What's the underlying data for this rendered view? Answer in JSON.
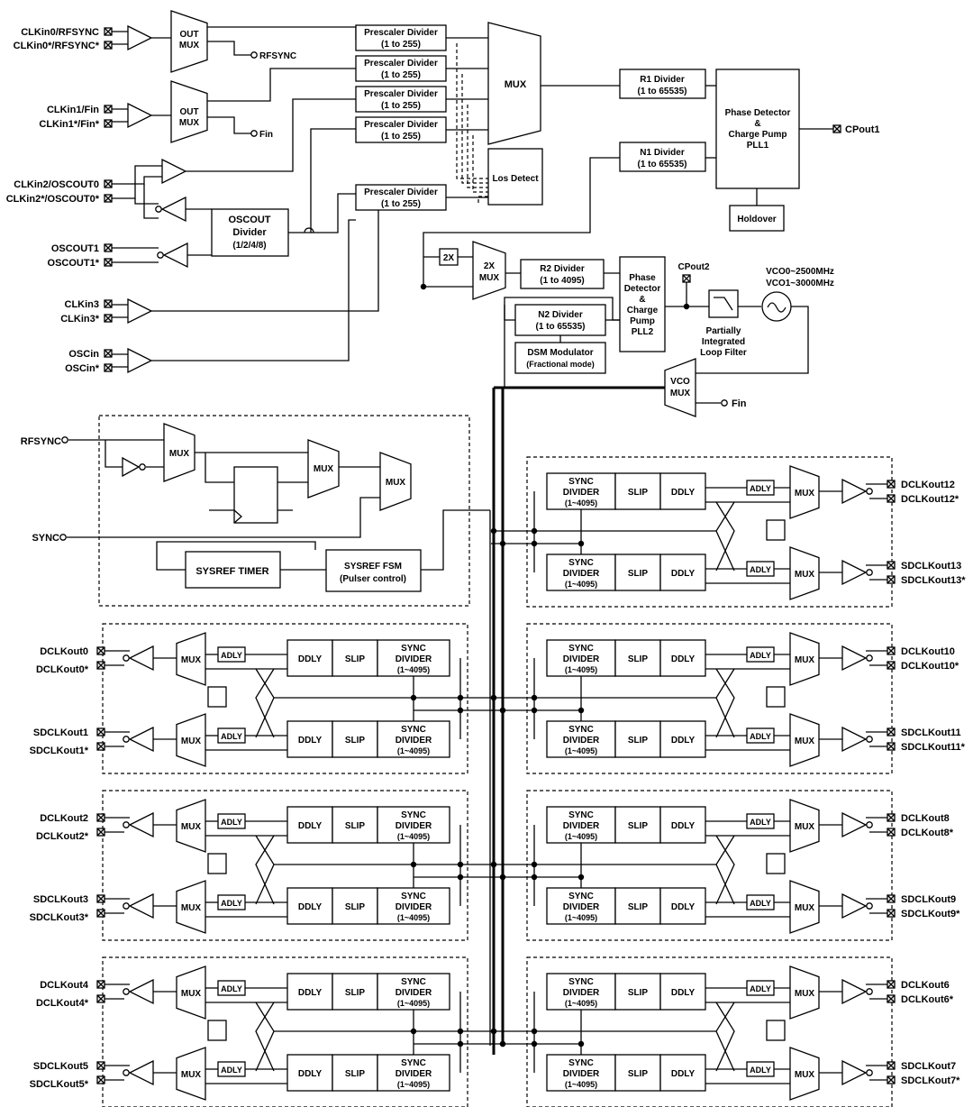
{
  "inputs": {
    "clkin0": "CLKin0/RFSYNC",
    "clkin0_n": "CLKin0*/RFSYNC*",
    "clkin1": "CLKin1/Fin",
    "clkin1_n": "CLKin1*/Fin*",
    "clkin2": "CLKin2/OSCOUT0",
    "clkin2_n": "CLKin2*/OSCOUT0*",
    "oscout1": "OSCOUT1",
    "oscout1_n": "OSCOUT1*",
    "clkin3": "CLKin3",
    "clkin3_n": "CLKin3*",
    "oscin": "OSCin",
    "oscin_n": "OSCin*"
  },
  "blocks": {
    "out": "OUT",
    "mux": "MUX",
    "rfsync_tap": "RFSYNC",
    "fin_tap": "Fin",
    "prescaler_title": "Prescaler Divider",
    "prescaler_range": "(1 to 255)",
    "los_detect": "Los Detect",
    "oscout_div_1": "OSCOUT",
    "oscout_div_2": "Divider",
    "oscout_div_3": "(1/2/4/8)",
    "r1_title": "R1 Divider",
    "r1_range": "(1 to 65535)",
    "n1_title": "N1 Divider",
    "n1_range": "(1 to 65535)",
    "pd1_1": "Phase Detector",
    "pd1_2": "&",
    "pd1_3": "Charge Pump",
    "pd1_4": "PLL1",
    "cpout1": "CPout1",
    "holdover": "Holdover",
    "twox": "2X",
    "twox_mux_1": "2X",
    "r2_title": "R2 Divider",
    "r2_range": "(1 to 4095)",
    "n2_title": "N2 Divider",
    "n2_range": "(1 to 65535)",
    "dsm_1": "DSM Modulator",
    "dsm_2": "(Fractional mode)",
    "pd2_1": "Phase",
    "pd2_2": "Detector",
    "pd2_3": "&",
    "pd2_4": "Charge",
    "pd2_5": "Pump",
    "pd2_6": "PLL2",
    "cpout2": "CPout2",
    "vco0": "VCO0~2500MHz",
    "vco1": "VCO1~3000MHz",
    "filter_1": "Partially",
    "filter_2": "Integrated",
    "filter_3": "Loop Filter",
    "vco_mux": "VCO",
    "fin_out": "Fin",
    "rfsync": "RFSYNC",
    "sync": "SYNC",
    "sysref_timer": "SYSREF TIMER",
    "sysref_fsm_1": "SYSREF FSM",
    "sysref_fsm_2": "(Pulser control)"
  },
  "channel": {
    "sync": "SYNC",
    "divider": "DIVIDER",
    "range": "(1~4095)",
    "slip": "SLIP",
    "ddly": "DDLY",
    "adly": "ADLY",
    "mux": "MUX"
  },
  "outputs_left": [
    {
      "dclk": "DCLKout0",
      "dclk_n": "DCLKout0*",
      "sdclk": "SDCLKout1",
      "sdclk_n": "SDCLKout1*"
    },
    {
      "dclk": "DCLKout2",
      "dclk_n": "DCLKout2*",
      "sdclk": "SDCLKout3",
      "sdclk_n": "SDCLKout3*"
    },
    {
      "dclk": "DCLKout4",
      "dclk_n": "DCLKout4*",
      "sdclk": "SDCLKout5",
      "sdclk_n": "SDCLKout5*"
    }
  ],
  "outputs_right": [
    {
      "dclk": "DCLKout12",
      "dclk_n": "DCLKout12*",
      "sdclk": "SDCLKout13",
      "sdclk_n": "SDCLKout13*"
    },
    {
      "dclk": "DCLKout10",
      "dclk_n": "DCLKout10*",
      "sdclk": "SDCLKout11",
      "sdclk_n": "SDCLKout11*"
    },
    {
      "dclk": "DCLKout8",
      "dclk_n": "DCLKout8*",
      "sdclk": "SDCLKout9",
      "sdclk_n": "SDCLKout9*"
    },
    {
      "dclk": "DCLKout6",
      "dclk_n": "DCLKout6*",
      "sdclk": "SDCLKout7",
      "sdclk_n": "SDCLKout7*"
    }
  ]
}
